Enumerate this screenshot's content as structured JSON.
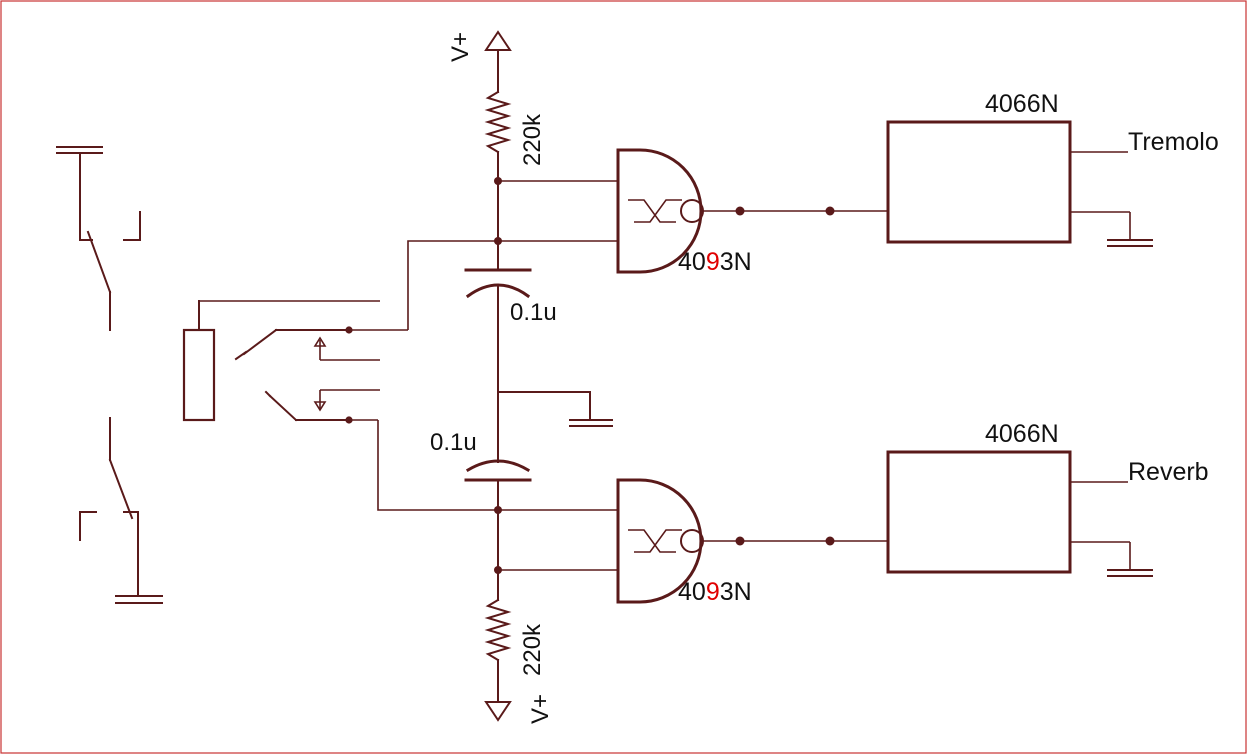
{
  "labels": {
    "supply_top": "V+",
    "supply_bottom": "V+",
    "resistor_top": "220k",
    "resistor_bottom": "220k",
    "cap_top": "0.1u",
    "cap_bottom": "0.1u",
    "gate_top_part_a": "40",
    "gate_top_part_red": "9",
    "gate_top_part_b": "3N",
    "gate_bottom_part_a": "40",
    "gate_bottom_part_red": "9",
    "gate_bottom_part_b": "3N",
    "switch_ic_top": "4066N",
    "switch_ic_bottom": "4066N",
    "output_top": "Tremolo",
    "output_bottom": "Reverb"
  },
  "colors": {
    "wire": "#5a1a1a",
    "text": "#111111",
    "highlight": "#e00000",
    "border": "#c83232"
  }
}
